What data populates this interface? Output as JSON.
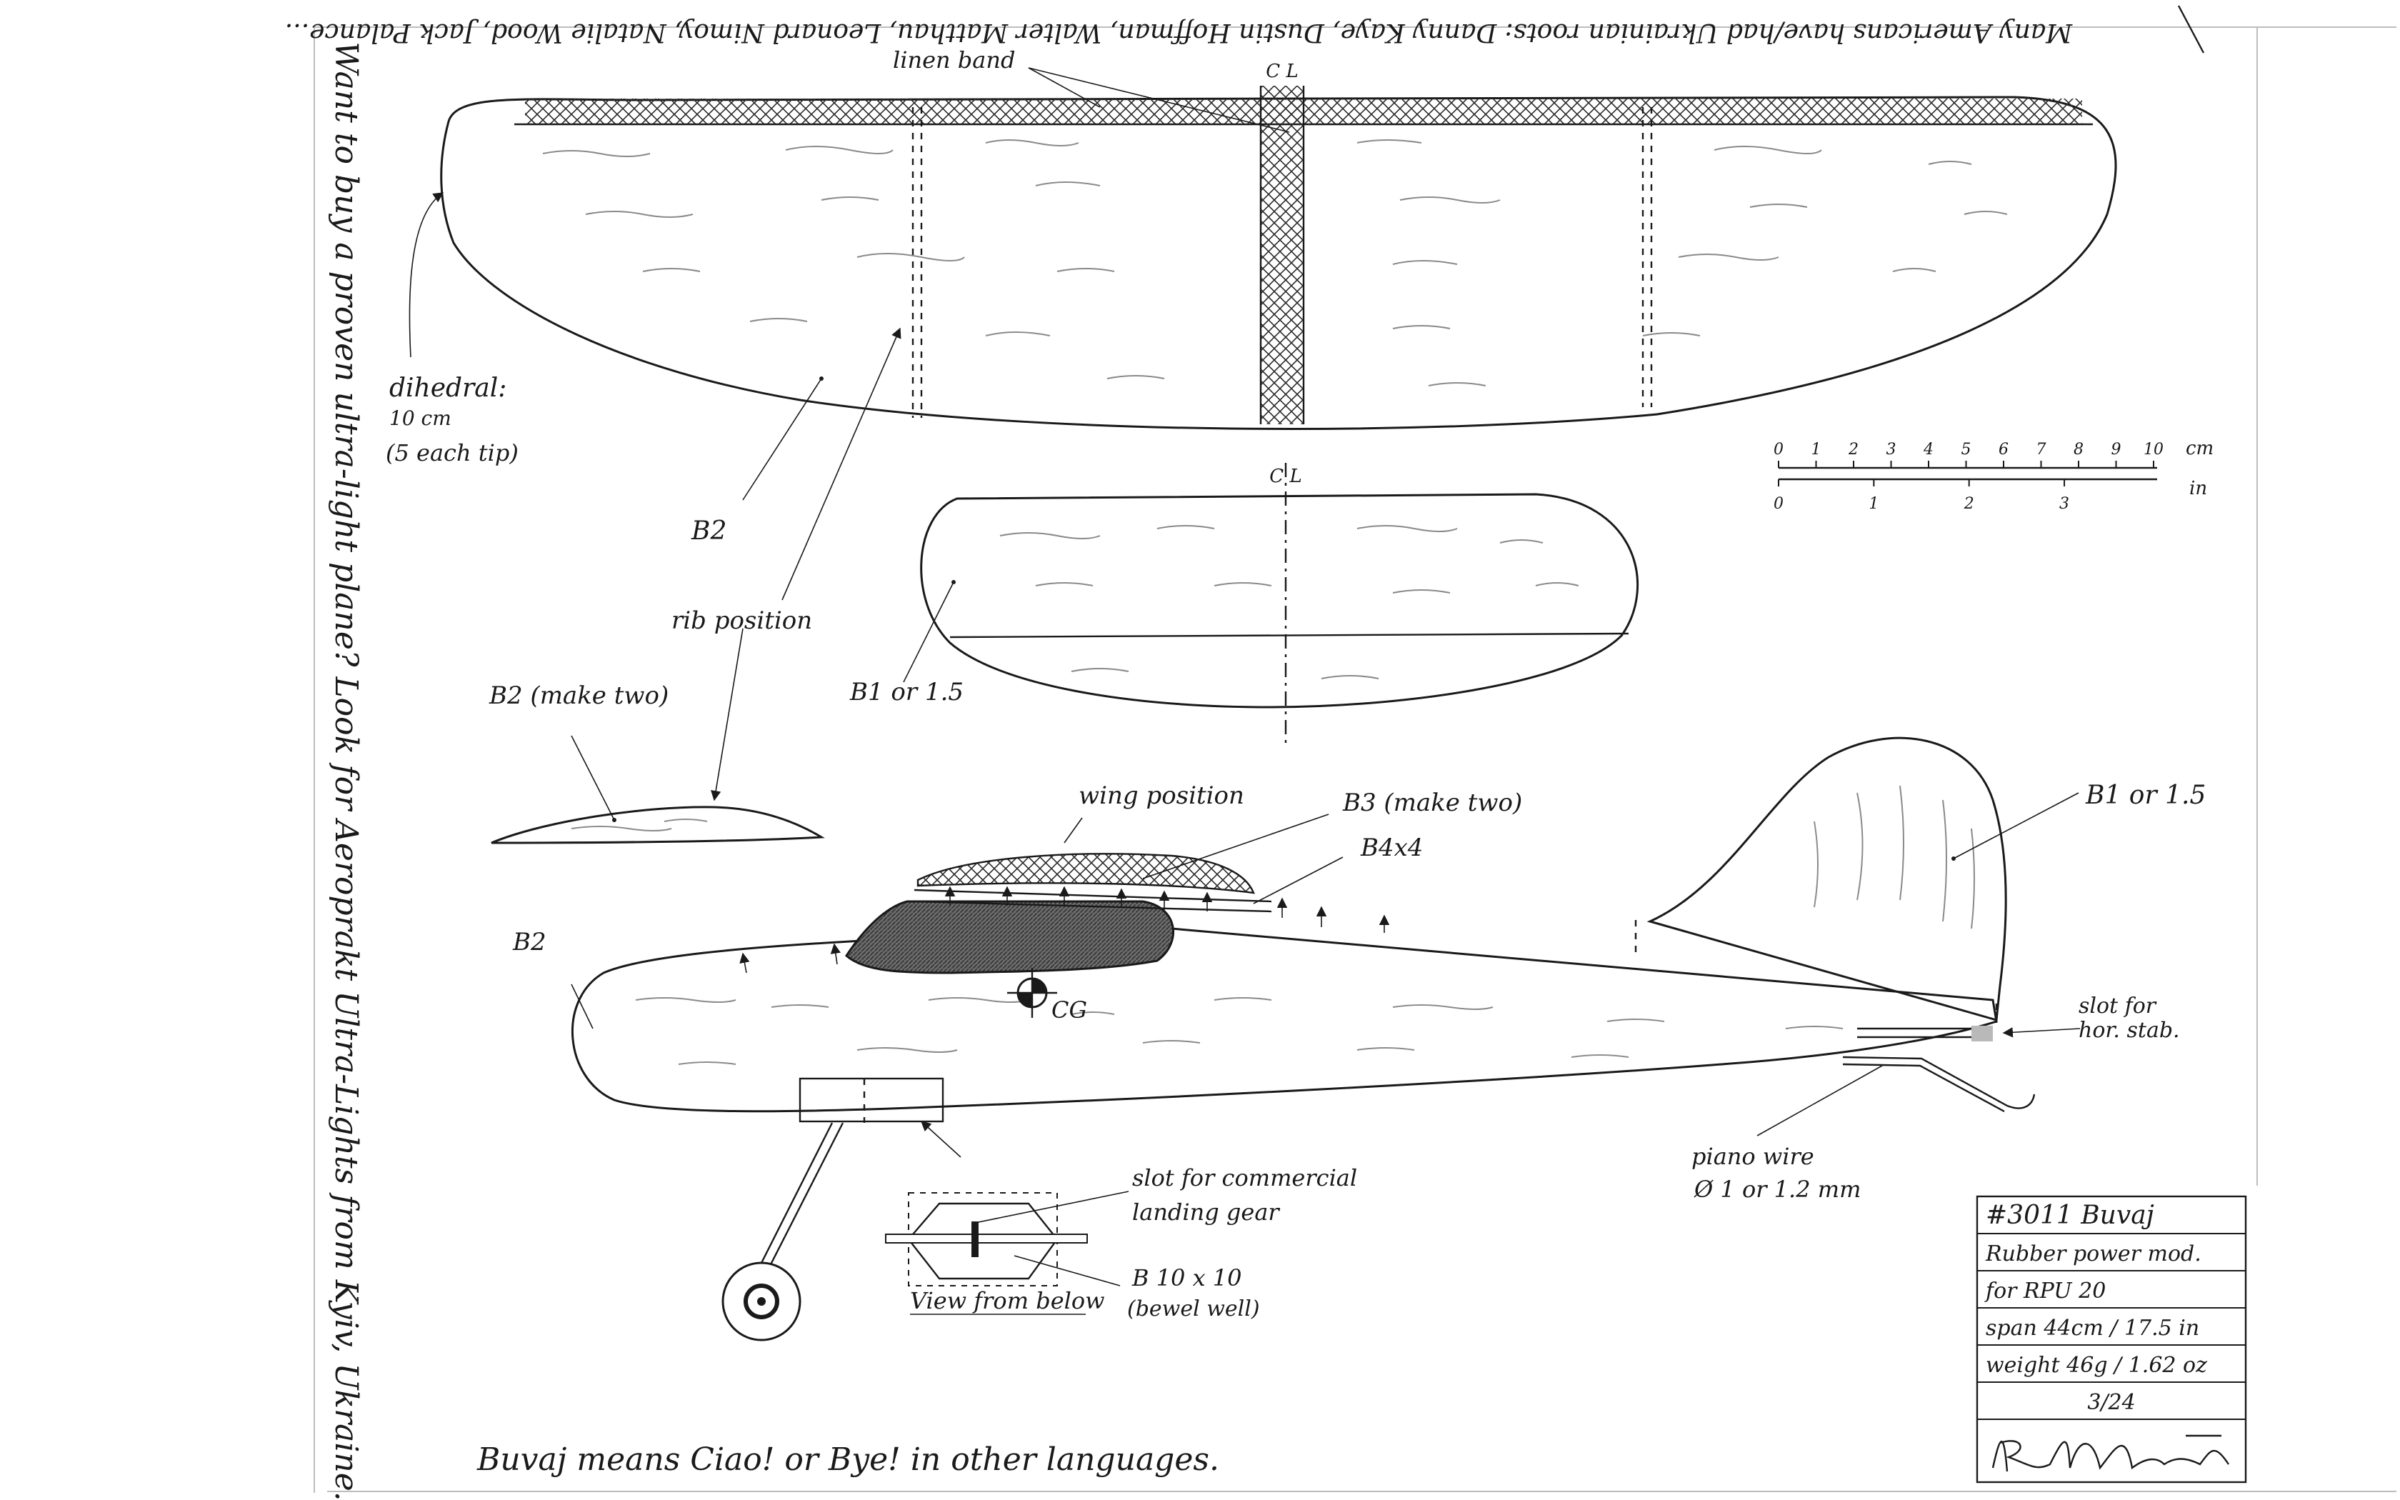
{
  "header_note": "Many Americans have/had Ukrainian roots: Danny Kaye, Dustin Hoffman, Walter Matthau, Leonard Nimoy, Natalie Wood, Jack Palance...",
  "side_note": "Want to buy a proven ultra-light plane? Look for Aeroprakt Ultra-Lights from Kyiv, Ukraine.",
  "footer_note": "Buvaj means Ciao! or Bye! in other languages.",
  "wing": {
    "linen_band": "linen band",
    "centerline": "C L",
    "dihedral_title": "dihedral:",
    "dihedral_value": "10 cm",
    "dihedral_detail": "(5 each tip)",
    "material": "B2",
    "rib_position": "rib position"
  },
  "stabilizer": {
    "centerline": "C L",
    "material": "B1 or 1.5"
  },
  "rib": {
    "label": "B2 (make two)"
  },
  "fuselage": {
    "wing_position": "wing position",
    "b3": "B3 (make two)",
    "b4": "B4x4",
    "body_material": "B2",
    "cg": "CG",
    "fin_material": "B1 or 1.5",
    "slot_stab_1": "slot for",
    "slot_stab_2": "hor. stab.",
    "piano_wire_1": "piano wire",
    "piano_wire_2": "Ø 1 or 1.2 mm",
    "slot_gear_1": "slot for commercial",
    "slot_gear_2": "landing gear",
    "block_1": "B 10 x 10",
    "block_2": "(bewel well)",
    "view_below": "View from below"
  },
  "scale": {
    "cm_ticks": [
      "0",
      "1",
      "2",
      "3",
      "4",
      "5",
      "6",
      "7",
      "8",
      "9",
      "10"
    ],
    "cm_unit": "cm",
    "in_ticks": [
      "0",
      "1",
      "2",
      "3"
    ],
    "in_unit": "in"
  },
  "title_block": {
    "rows": [
      "#3011 Buvaj",
      "Rubber power mod.",
      "for RPU 20",
      "span 44cm / 17.5 in",
      "weight 46g / 1.62 oz",
      "3/24"
    ]
  }
}
